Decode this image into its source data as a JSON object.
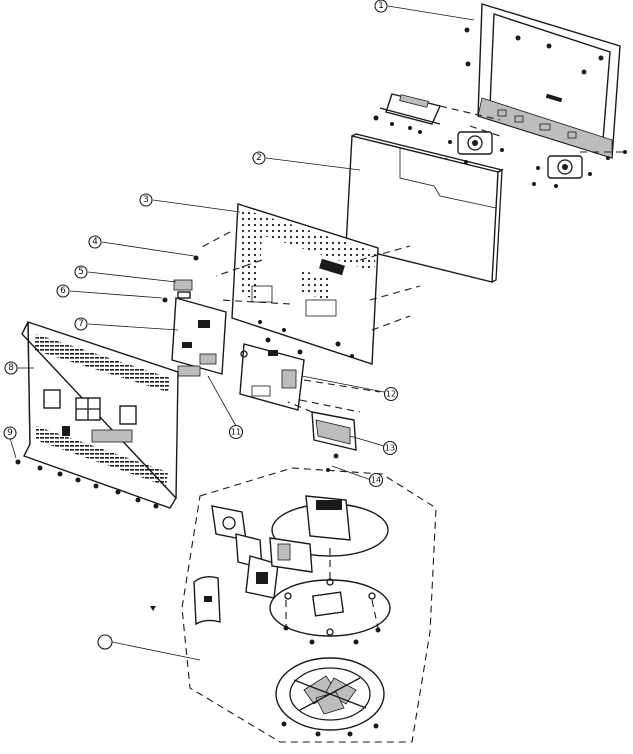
{
  "callouts": [
    {
      "id": "c1",
      "label": "1",
      "part": "front-bezel"
    },
    {
      "id": "c2",
      "label": "2",
      "part": "lcd-panel"
    },
    {
      "id": "c3",
      "label": "3",
      "part": "metal-chassis"
    },
    {
      "id": "c4",
      "label": "4",
      "part": "screw"
    },
    {
      "id": "c5",
      "label": "5",
      "part": "bracket"
    },
    {
      "id": "c6",
      "label": "6",
      "part": "screw"
    },
    {
      "id": "c7",
      "label": "7",
      "part": "main-board"
    },
    {
      "id": "c8",
      "label": "8",
      "part": "rear-cover"
    },
    {
      "id": "c9",
      "label": "9",
      "part": "screw"
    },
    {
      "id": "c11",
      "label": "11",
      "part": "connector-board"
    },
    {
      "id": "c12",
      "label": "12",
      "part": "power-board"
    },
    {
      "id": "c13",
      "label": "13",
      "part": "hinge-bracket"
    },
    {
      "id": "c14",
      "label": "14",
      "part": "screw"
    },
    {
      "id": "cstand",
      "label": "",
      "part": "stand-assembly"
    }
  ],
  "colors": {
    "ink": "#1a1a1a",
    "paper": "#ffffff",
    "shade": "#bdbdbd"
  }
}
